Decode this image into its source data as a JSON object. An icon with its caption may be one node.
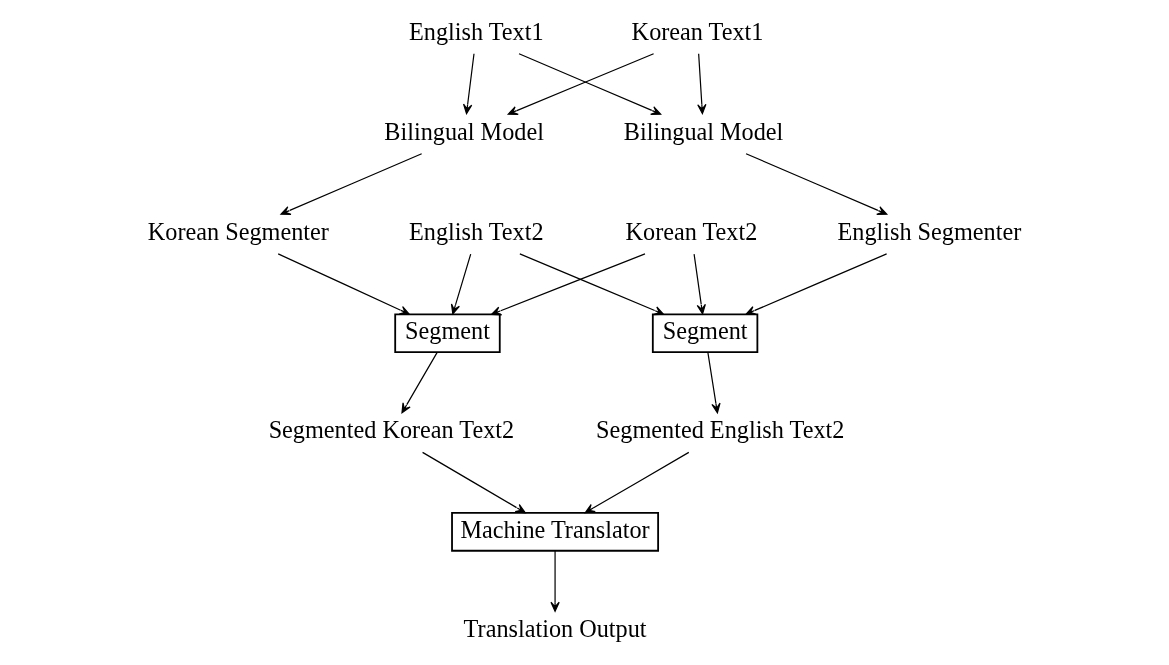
{
  "diagram": {
    "nodes": [
      {
        "text": [
          "English Text1"
        ]
      },
      {
        "text": [
          "Korean Text1"
        ]
      },
      {
        "text": [
          "Bilingual Model"
        ]
      },
      {
        "text": [
          "Bilingual Model"
        ]
      },
      {
        "text": [
          "English Text2"
        ]
      },
      {
        "text": [
          "Korean Text2"
        ]
      },
      {
        "text": [
          "Korean Segmenter"
        ]
      },
      {
        "text": [
          "English Segmenter"
        ]
      },
      {
        "text": [
          "Segment"
        ]
      },
      {
        "text": [
          "Segment"
        ]
      },
      {
        "text": [
          "Segmented Korean Text2"
        ]
      },
      {
        "text": [
          "Segmented English Text2"
        ]
      },
      {
        "text": [
          "Machine Translator"
        ]
      },
      {
        "text": [
          "Translation Output"
        ]
      }
    ],
    "edges": [
      {
        "from": 0,
        "to": 2,
        "arrow": "to"
      },
      {
        "from": 0,
        "to": 3,
        "arrow": "to"
      },
      {
        "from": 1,
        "to": 2,
        "arrow": "to"
      },
      {
        "from": 1,
        "to": 3,
        "arrow": "to"
      },
      {
        "from": 2,
        "to": 6,
        "arrow": "to"
      },
      {
        "from": 3,
        "to": 7,
        "arrow": "to"
      },
      {
        "from": 4,
        "to": 8,
        "arrow": "to"
      },
      {
        "from": 4,
        "to": 9,
        "arrow": "to"
      },
      {
        "from": 5,
        "to": 8,
        "arrow": "to"
      },
      {
        "from": 5,
        "to": 9,
        "arrow": "to"
      },
      {
        "from": 6,
        "to": 8,
        "arrow": "to"
      },
      {
        "from": 7,
        "to": 9,
        "arrow": "to"
      },
      {
        "from": 8,
        "to": 10,
        "arrow": "to"
      },
      {
        "from": 9,
        "to": 11,
        "arrow": "to"
      },
      {
        "from": 10,
        "to": 12,
        "arrow": "to"
      },
      {
        "from": 11,
        "to": 12,
        "arrow": "to"
      },
      {
        "from": 12,
        "to": 13,
        "arrow": "to"
      }
    ]
  }
}
